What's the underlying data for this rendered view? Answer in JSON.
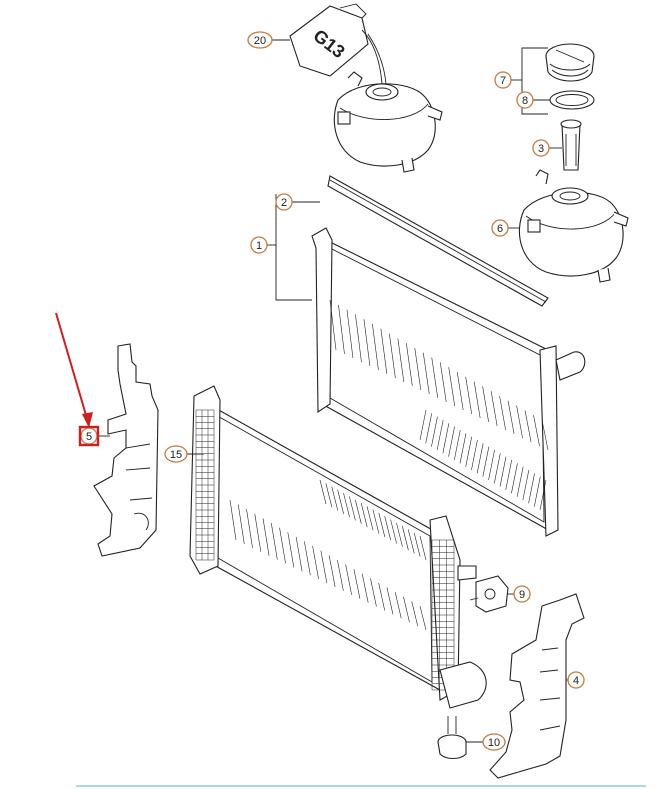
{
  "diagram": {
    "callouts": [
      {
        "id": "c20",
        "label": "20"
      },
      {
        "id": "c7",
        "label": "7"
      },
      {
        "id": "c8",
        "label": "8"
      },
      {
        "id": "c3",
        "label": "3"
      },
      {
        "id": "c6",
        "label": "6"
      },
      {
        "id": "c2",
        "label": "2"
      },
      {
        "id": "c1",
        "label": "1"
      },
      {
        "id": "c15",
        "label": "15"
      },
      {
        "id": "c5",
        "label": "5"
      },
      {
        "id": "c9",
        "label": "9"
      },
      {
        "id": "c4",
        "label": "4"
      },
      {
        "id": "c10",
        "label": "10"
      }
    ],
    "bottle_text": "G13",
    "colors": {
      "callout_ring": "#c87a3a",
      "highlight_box": "#d11f1f",
      "arrow": "#d11f1f",
      "line": "#222222",
      "bottom_rule": "#a9d6ec"
    }
  }
}
